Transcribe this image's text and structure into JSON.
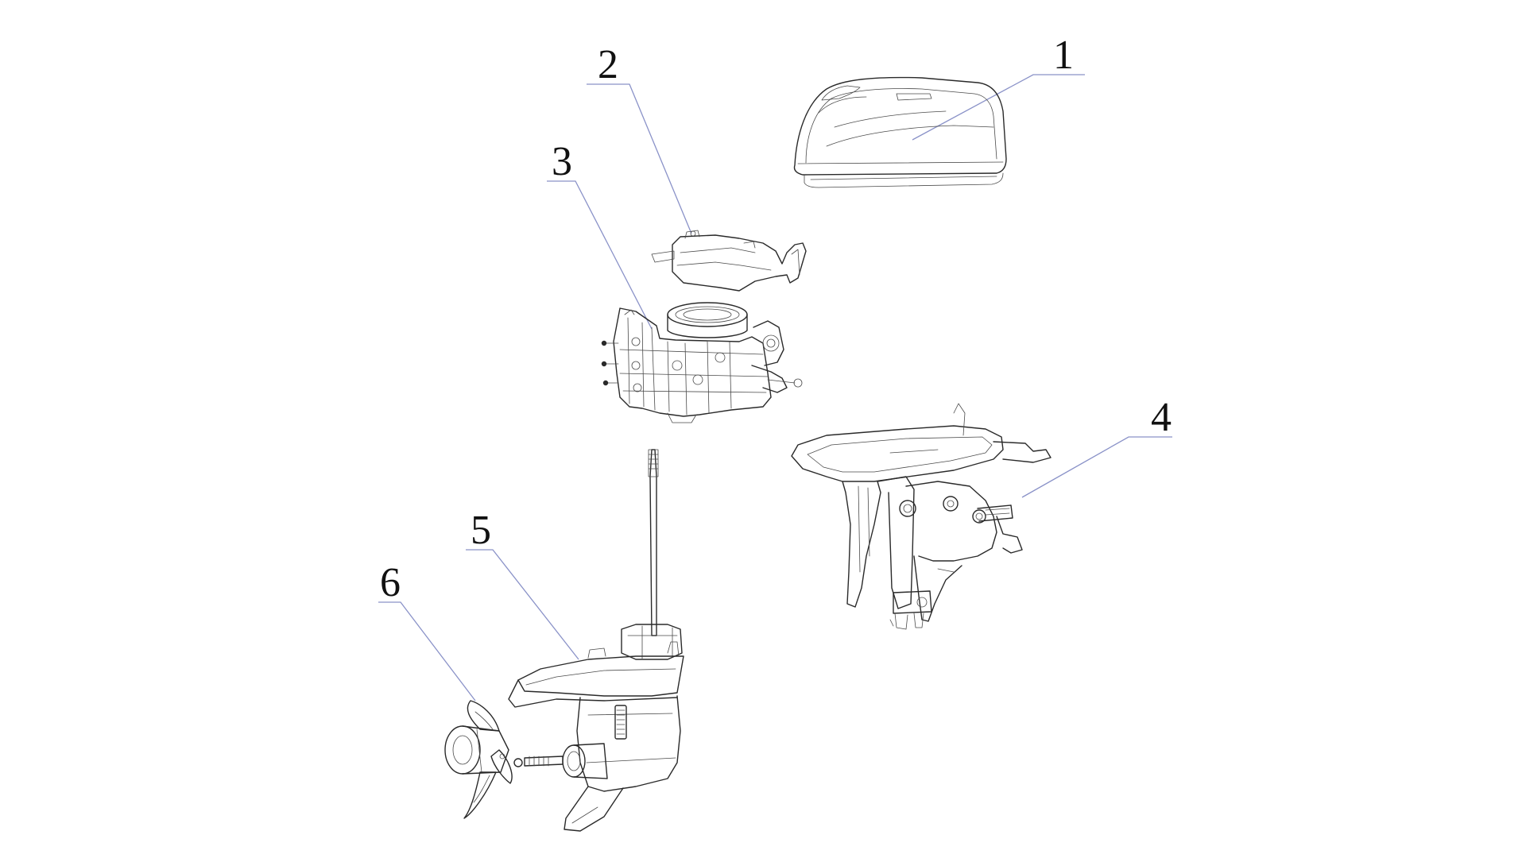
{
  "callouts": {
    "c1": "1",
    "c2": "2",
    "c3": "3",
    "c4": "4",
    "c5": "5",
    "c6": "6"
  },
  "parts": [
    {
      "id": 1,
      "icon": "top-cowling-icon"
    },
    {
      "id": 2,
      "icon": "recoil-starter-icon"
    },
    {
      "id": 3,
      "icon": "powerhead-engine-icon"
    },
    {
      "id": 4,
      "icon": "bracket-midsection-icon"
    },
    {
      "id": 5,
      "icon": "lower-unit-gearcase-icon"
    },
    {
      "id": 6,
      "icon": "propeller-icon"
    }
  ],
  "colors": {
    "line": "#2a2a2a",
    "leader": "#8a92c8",
    "background": "#ffffff"
  }
}
